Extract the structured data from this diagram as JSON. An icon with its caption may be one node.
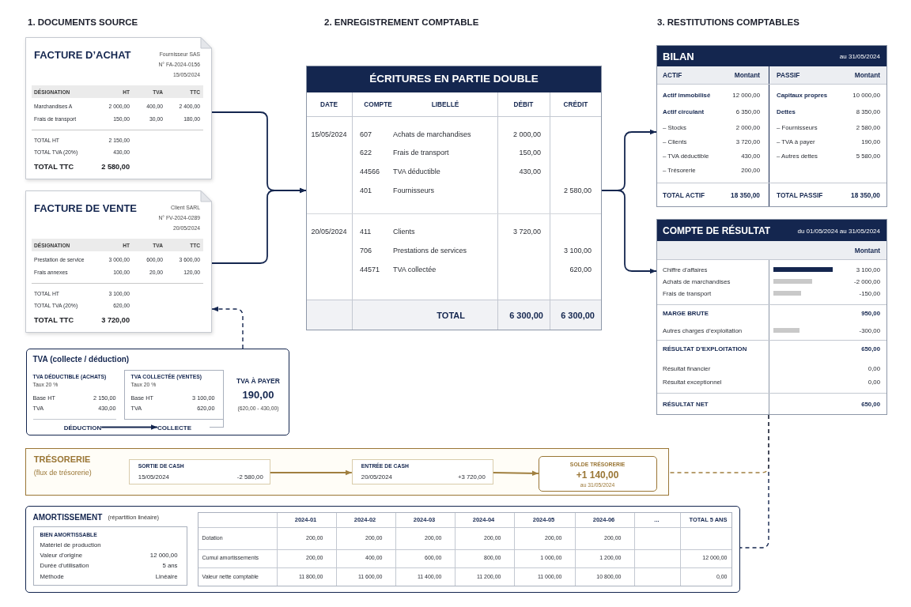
{
  "diagram": {
    "nodes": [
      {
        "text": [
          "FACTURE D’ACHAT",
          "Fournisseur SAS",
          "N° FA-2024-0156",
          "15/05/2024",
          "DÉSIGNATION",
          "HT",
          "TVA",
          "TTC",
          "Marchandises A",
          "2 000,00",
          "400,00",
          "2 400,00",
          "Frais de transport",
          "150,00",
          "30,00",
          "180,00",
          "TOTAL HT",
          "2 150,00",
          "TOTAL TVA (20%)",
          "430,00",
          "TOTAL TTC",
          "2 580,00"
        ]
      },
      {
        "text": [
          "FACTURE DE VENTE",
          "Client SARL",
          "N° FV-2024-0289",
          "20/05/2024",
          "DÉSIGNATION",
          "HT",
          "TVA",
          "TTC",
          "Prestation de service",
          "3 000,00",
          "600,00",
          "3 600,00",
          "Frais annexes",
          "100,00",
          "20,00",
          "120,00",
          "TOTAL HT",
          "3 100,00",
          "TOTAL TVA (20%)",
          "620,00",
          "TOTAL TTC",
          "3 720,00"
        ]
      },
      {
        "text": [
          "TVA (collecte / déduction)",
          "TVA DÉDUCTIBLE (ACHATS)",
          "Taux 20 %",
          "Base HT",
          "2 150,00",
          "TVA",
          "430,00",
          "TVA À PAYER",
          "190,00",
          "(620,00 - 430,00)"
        ]
      },
      {
        "text": [
          "TVA COLLECTÉE (VENTES)",
          "Taux 20 %",
          "Base HT",
          "3 100,00",
          "TVA",
          "620,00"
        ],
        "in": 2
      },
      {
        "text": [
          "DÉDUCTION"
        ],
        "in": 2
      },
      {
        "text": [
          "COLLECTE"
        ],
        "in": 2
      },
      {
        "text": [
          "ÉCRITURES EN PARTIE DOUBLE",
          "DATE",
          "COMPTE",
          "LIBELLÉ",
          "DÉBIT",
          "CRÉDIT",
          "15/05/2024",
          "607",
          "Achats de marchandises",
          "2 000,00",
          "622",
          "Frais de transport",
          "150,00",
          "44566",
          "TVA déductible",
          "430,00",
          "401",
          "Fournisseurs",
          "2 580,00",
          "20/05/2024",
          "411",
          "Clients",
          "3 720,00",
          "706",
          "Prestations de services",
          "3 100,00",
          "44571",
          "TVA collectée",
          "620,00",
          "TOTAL",
          "6 300,00",
          "6 300,00"
        ]
      },
      {
        "text": [
          "BILAN",
          "au 31/05/2024",
          "ACTIF",
          "Montant",
          "PASSIF",
          "Montant",
          "Actif immobilisé",
          "12 000,00",
          "Capitaux propres",
          "10 000,00",
          "Actif circulant",
          "6 350,00",
          "Dettes",
          "8 350,00",
          "– Stocks",
          "2 000,00",
          "– Fournisseurs",
          "2 580,00",
          "– Clients",
          "3 720,00",
          "– TVA à payer",
          "190,00",
          "– TVA déductible",
          "430,00",
          "– Autres dettes",
          "5 580,00",
          "– Trésorerie",
          "200,00",
          "TOTAL ACTIF",
          "18 350,00",
          "TOTAL PASSIF",
          "18 350,00"
        ]
      },
      {
        "text": [
          "COMPTE DE RÉSULTAT",
          "du 01/05/2024 au 31/05/2024",
          "Montant",
          "Chiffre d’affaires",
          "3 100,00",
          "Achats de marchandises",
          "-2 000,00",
          "Frais de transport",
          "-150,00",
          "MARGE BRUTE",
          "950,00",
          "Autres charges d’exploitation",
          "-300,00",
          "RÉSULTAT D’EXPLOITATION",
          "650,00",
          "Résultat financier",
          "0,00",
          "Résultat exceptionnel",
          "0,00",
          "RÉSULTAT NET",
          "650,00"
        ]
      },
      {
        "text": [
          "TRÉSORERIE",
          "(flux de trésorerie)"
        ]
      },
      {
        "text": [
          "SORTIE DE CASH",
          "15/05/2024",
          "-2 580,00"
        ],
        "in": 9
      },
      {
        "text": [
          "ENTRÉE DE CASH",
          "20/05/2024",
          "+3 720,00"
        ],
        "in": 9
      },
      {
        "text": [
          "SOLDE TRÉSORERIE",
          "+1 140,00",
          "au 31/05/2024"
        ],
        "in": 9
      },
      {
        "text": [
          "AMORTISSEMENT",
          "(répartition linéaire)"
        ]
      },
      {
        "text": [
          "BIEN AMORTISSABLE",
          "Matériel de production",
          "Valeur d’origine",
          "12 000,00",
          "Durée d’utilisation",
          "5 ans",
          "Méthode",
          "Linéaire"
        ],
        "in": 13
      },
      {
        "text": [
          "2024-01",
          "2024-02",
          "2024-03",
          "2024-04",
          "2024-05",
          "2024-06",
          "...",
          "TOTAL 5 ANS",
          "Dotation",
          "200,00",
          "200,00",
          "200,00",
          "200,00",
          "200,00",
          "200,00",
          "Cumul amortissements",
          "200,00",
          "400,00",
          "600,00",
          "800,00",
          "1 000,00",
          "1 200,00",
          "12 000,00",
          "Valeur nette comptable",
          "11 800,00",
          "11 600,00",
          "11 400,00",
          "11 200,00",
          "11 000,00",
          "10 800,00",
          "0,00"
        ],
        "in": 13
      }
    ],
    "edges": [
      {
        "from": 0,
        "to": 6,
        "arrow": "to"
      },
      {
        "from": 1,
        "to": 6,
        "arrow": "to"
      },
      {
        "from": 6,
        "to": 7,
        "arrow": "to"
      },
      {
        "from": 6,
        "to": 8,
        "arrow": "to"
      },
      {
        "from": 2,
        "to": 1,
        "arrow": "to",
        "style": "dashed"
      },
      {
        "from": 4,
        "to": 5,
        "arrow": "to"
      },
      {
        "from": 10,
        "to": 11,
        "arrow": "to",
        "color": "#a07f3f"
      },
      {
        "from": 11,
        "to": 12,
        "arrow": "to",
        "color": "#a07f3f"
      },
      {
        "from": 8,
        "to": 9,
        "arrow": "none",
        "style": "dashed",
        "color": "#a07f3f"
      },
      {
        "from": 8,
        "to": 13,
        "arrow": "none",
        "style": "dashed"
      }
    ],
    "labels": [
      "1. DOCUMENTS SOURCE",
      "2. ENREGISTREMENT COMPTABLE",
      "3. RESTITUTIONS COMPTABLES"
    ]
  }
}
